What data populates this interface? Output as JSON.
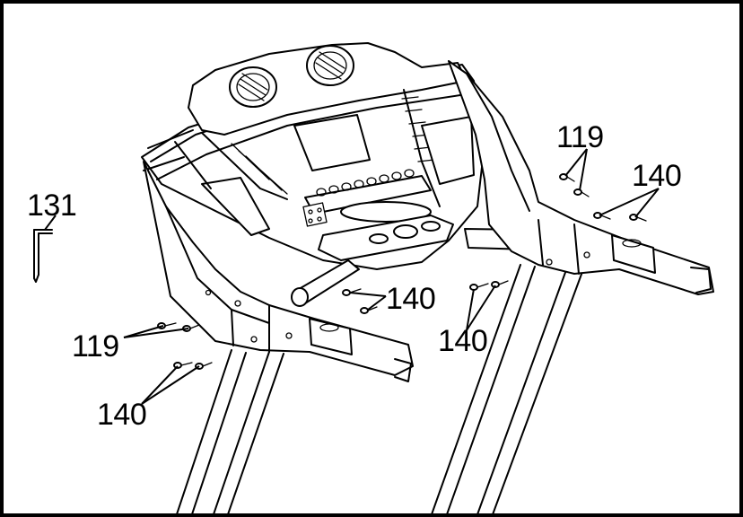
{
  "callouts": [
    {
      "id": "tool",
      "text": "131"
    },
    {
      "id": "left-bolts",
      "text": "119"
    },
    {
      "id": "left-screws-front",
      "text": "140"
    },
    {
      "id": "left-screws-low",
      "text": "140"
    },
    {
      "id": "right-bolts",
      "text": "119"
    },
    {
      "id": "right-screws-top",
      "text": "140"
    },
    {
      "id": "right-screws-low",
      "text": "140"
    }
  ]
}
